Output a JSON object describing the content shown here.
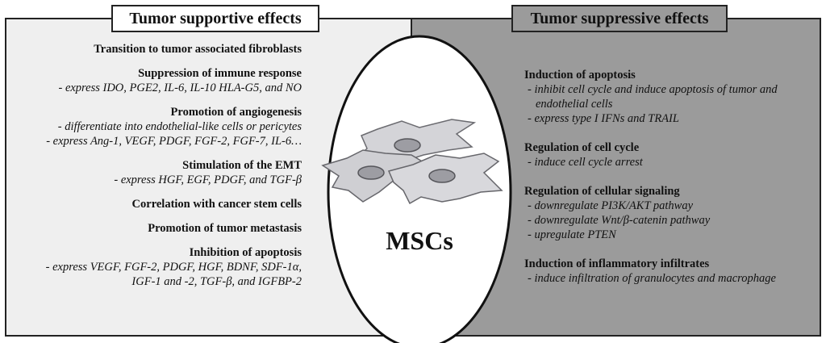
{
  "left_title": "Tumor supportive effects",
  "right_title": "Tumor suppressive effects",
  "center_label": "MSCs",
  "left_groups": [
    {
      "heading": "Transition to tumor associated fibroblasts",
      "items": []
    },
    {
      "heading": "Suppression of immune response",
      "items": [
        "- express IDO, PGE2, IL-6, IL-10 HLA-G5, and NO"
      ]
    },
    {
      "heading": "Promotion of angiogenesis",
      "items": [
        "- differentiate into endothelial-like cells or pericytes",
        "- express Ang-1, VEGF, PDGF, FGF-2, FGF-7, IL-6…"
      ]
    },
    {
      "heading": "Stimulation of the EMT",
      "items": [
        "- express HGF, EGF, PDGF, and TGF-β"
      ]
    },
    {
      "heading": "Correlation with cancer stem cells",
      "items": []
    },
    {
      "heading": "Promotion of tumor metastasis",
      "items": []
    },
    {
      "heading": "Inhibition of apoptosis",
      "items": [
        "- express VEGF, FGF-2, PDGF, HGF, BDNF, SDF-1α,",
        "IGF-1 and -2, TGF-β, and IGFBP-2"
      ]
    }
  ],
  "right_groups": [
    {
      "heading": "Induction of apoptosis",
      "items": [
        "- inhibit cell cycle and induce apoptosis of tumor and",
        "endothelial cells",
        "- express type I IFNs and TRAIL"
      ]
    },
    {
      "heading": "Regulation of cell cycle",
      "items": [
        "- induce cell cycle arrest"
      ]
    },
    {
      "heading": "Regulation of cellular signaling",
      "items": [
        "- downregulate PI3K/AKT pathway",
        "- downregulate Wnt/β-catenin pathway",
        "- upregulate PTEN"
      ]
    },
    {
      "heading": "Induction of inflammatory infiltrates",
      "items": [
        "- induce infiltration of granulocytes and macrophage"
      ]
    }
  ]
}
